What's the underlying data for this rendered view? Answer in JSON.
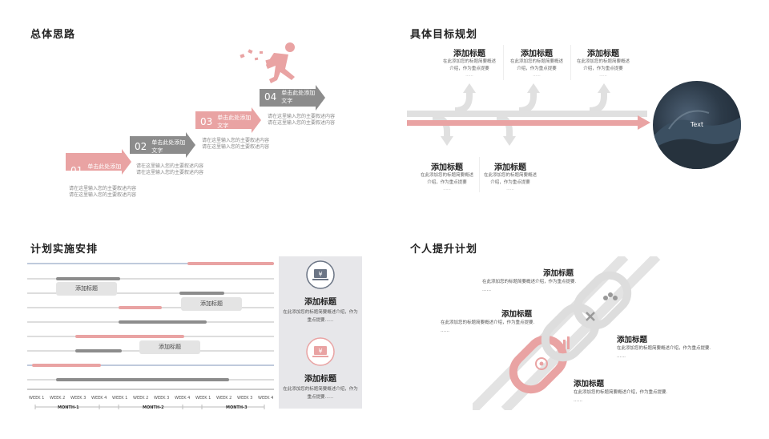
{
  "colors": {
    "pink": "#e9a3a3",
    "gray": "#8c8c8c",
    "light": "#d9d9d9",
    "blue": "#aab8d0"
  },
  "q1": {
    "title": "总体思路",
    "steps": [
      {
        "num": "01",
        "label": "单击此处添加文字"
      },
      {
        "num": "02",
        "label": "单击此处添加文字"
      },
      {
        "num": "03",
        "label": "单击此处添加文字"
      },
      {
        "num": "04",
        "label": "单击此处添加文字"
      }
    ],
    "desc_line1": "请在这里输入您的主要叙述内容",
    "desc_line2": "请在这里输入您的主要叙述内容"
  },
  "q2": {
    "title": "具体目标规划",
    "heading": "添加标题",
    "desc_line1": "在此添加您的标题简要概述",
    "desc_line2": "介绍，作为重点提要",
    "dash": "......",
    "circle_text": "Text"
  },
  "q3": {
    "title": "计划实施安排",
    "tags": [
      "添加标题",
      "添加标题",
      "添加标题"
    ],
    "weeks": [
      "WEEK 1",
      "WEEK 2",
      "WEEK 3",
      "WEEK 4",
      "WEEK 1",
      "WEEK 2",
      "WEEK 3",
      "WEEK 4",
      "WEEK 1",
      "WEEK 2",
      "WEEK 3",
      "WEEK 4"
    ],
    "months": [
      "MONTH-1",
      "MONTH-2",
      "MONTH-3"
    ],
    "cards": [
      {
        "icon": "yen-laptop-icon",
        "title": "添加标题",
        "text1": "在此添加您的标题简要概述介绍，作为",
        "text2": "重点提要……"
      },
      {
        "icon": "yen-laptop-icon",
        "title": "添加标题",
        "text1": "在此添加您的标题简要概述介绍，作为",
        "text2": "重点提要……"
      }
    ]
  },
  "q4": {
    "title": "个人提升计划",
    "items": [
      {
        "heading": "添加标题",
        "desc": "在此添加您的标题简要概述介绍，作为重点提要.",
        "dash": "……"
      },
      {
        "heading": "添加标题",
        "desc": "在此添加您的标题简要概述介绍，作为重点提要.",
        "dash": "……"
      },
      {
        "heading": "添加标题",
        "desc": "在此添加您的标题简要概述介绍，作为重点提要.",
        "dash": "……"
      },
      {
        "heading": "添加标题",
        "desc": "在此添加您的标题简要概述介绍，作为重点提要.",
        "dash": "……"
      }
    ]
  }
}
